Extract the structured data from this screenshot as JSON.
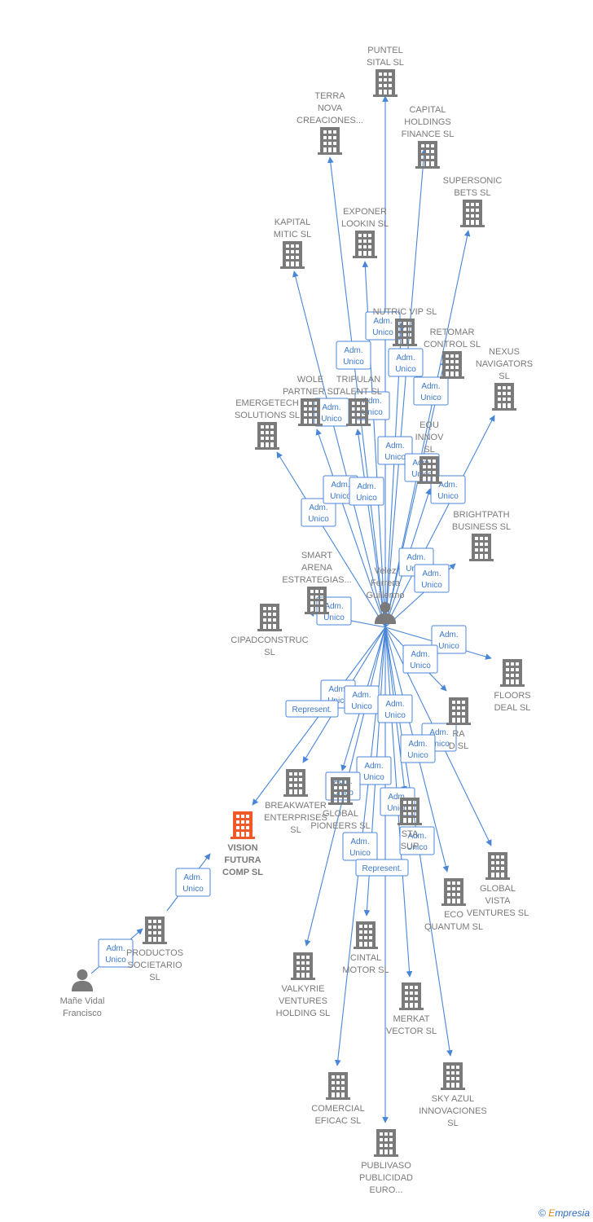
{
  "people": {
    "center": {
      "id": "center",
      "label": [
        "Velez",
        "Ferrera",
        "Guillermo"
      ]
    },
    "mane": {
      "id": "mane",
      "label": [
        "Mañe Vidal",
        "Francisco"
      ]
    }
  },
  "companies": [
    {
      "id": "puntel",
      "label": [
        "PUNTEL",
        "SITAL  SL"
      ],
      "focus": false
    },
    {
      "id": "terra",
      "label": [
        "TERRA",
        "NOVA",
        "CREACIONES..."
      ],
      "focus": false
    },
    {
      "id": "capital",
      "label": [
        "CAPITAL",
        "HOLDINGS",
        "FINANCE  SL"
      ],
      "focus": false
    },
    {
      "id": "supersonic",
      "label": [
        "SUPERSONIC",
        "BETS  SL"
      ],
      "focus": false
    },
    {
      "id": "exponer",
      "label": [
        "EXPONER",
        "LOOKIN  SL"
      ],
      "focus": false
    },
    {
      "id": "kapital",
      "label": [
        "KAPITAL",
        "MITIC  SL"
      ],
      "focus": false
    },
    {
      "id": "nutric",
      "label": [
        "NUTRIC VIP  SL"
      ],
      "focus": false
    },
    {
      "id": "retomar",
      "label": [
        "RETOMAR",
        "CONTROL  SL"
      ],
      "focus": false
    },
    {
      "id": "nexus",
      "label": [
        "NEXUS",
        "NAVIGATORS",
        "SL"
      ],
      "focus": false
    },
    {
      "id": "wole",
      "label": [
        "WOLE",
        "PARTNER  SL"
      ],
      "focus": false
    },
    {
      "id": "tripulan",
      "label": [
        "TRIPULAN",
        "TALENT  SL"
      ],
      "focus": false
    },
    {
      "id": "emergetech",
      "label": [
        "EMERGETECH",
        "SOLUTIONS  SL"
      ],
      "focus": false
    },
    {
      "id": "equ",
      "label": [
        "EQU",
        "INNOV",
        "SL"
      ],
      "focus": false
    },
    {
      "id": "brightpath",
      "label": [
        "BRIGHTPATH",
        "BUSINESS  SL"
      ],
      "focus": false
    },
    {
      "id": "smart",
      "label": [
        "SMART",
        "ARENA",
        "ESTRATEGIAS..."
      ],
      "focus": false
    },
    {
      "id": "cipad",
      "label": [
        "CIPADCONSTRUC",
        "SL"
      ],
      "focus": false
    },
    {
      "id": "floors",
      "label": [
        "FLOORS",
        "DEAL  SL"
      ],
      "focus": false
    },
    {
      "id": "ra",
      "label": [
        "RA",
        "D  SL"
      ],
      "focus": false
    },
    {
      "id": "breakwater",
      "label": [
        "BREAKWATER",
        "ENTERPRISES",
        "SL"
      ],
      "focus": false
    },
    {
      "id": "globalp",
      "label": [
        "GLOBAL",
        "PIONEERS  SL"
      ],
      "focus": false
    },
    {
      "id": "star",
      "label": [
        "STA",
        "SUP"
      ],
      "focus": false
    },
    {
      "id": "vision",
      "label": [
        "VISION",
        "FUTURA",
        "COMP  SL"
      ],
      "focus": true
    },
    {
      "id": "globalv",
      "label": [
        "GLOBAL",
        "VISTA",
        "VENTURES  SL"
      ],
      "focus": false
    },
    {
      "id": "eco",
      "label": [
        "ECO",
        "QUANTUM  SL"
      ],
      "focus": false
    },
    {
      "id": "productos",
      "label": [
        "PRODUCTOS",
        "SOCIETARIO",
        "SL"
      ],
      "focus": false
    },
    {
      "id": "cintal",
      "label": [
        "CINTAL",
        "MOTOR  SL"
      ],
      "focus": false
    },
    {
      "id": "valkyrie",
      "label": [
        "VALKYRIE",
        "VENTURES",
        "HOLDING  SL"
      ],
      "focus": false
    },
    {
      "id": "merkat",
      "label": [
        "MERKAT",
        "VECTOR  SL"
      ],
      "focus": false
    },
    {
      "id": "comercial",
      "label": [
        "COMERCIAL",
        "EFICAC  SL"
      ],
      "focus": false
    },
    {
      "id": "skyazul",
      "label": [
        "SKY AZUL",
        "INNOVACIONES",
        "SL"
      ],
      "focus": false
    },
    {
      "id": "publivaso",
      "label": [
        "PUBLIVASO",
        "PUBLICIDAD",
        "EURO..."
      ],
      "focus": false
    }
  ],
  "relations": [
    {
      "from": "center",
      "to": "puntel",
      "label": [
        "Adm.",
        "Unico"
      ]
    },
    {
      "from": "center",
      "to": "terra",
      "label": [
        "Adm.",
        "Unico"
      ]
    },
    {
      "from": "center",
      "to": "capital",
      "label": [
        "Adm.",
        "Unico"
      ]
    },
    {
      "from": "center",
      "to": "supersonic",
      "label": [
        "Adm.",
        "Unico"
      ]
    },
    {
      "from": "center",
      "to": "exponer",
      "label": [
        "Adm.",
        "Unico"
      ]
    },
    {
      "from": "center",
      "to": "kapital",
      "label": [
        "Adm.",
        "Unico"
      ]
    },
    {
      "from": "center",
      "to": "nutric",
      "label": [
        "Adm.",
        "Unico"
      ]
    },
    {
      "from": "center",
      "to": "retomar",
      "label": [
        "Adm.",
        "Unico"
      ]
    },
    {
      "from": "center",
      "to": "nexus",
      "label": [
        "Adm.",
        "Unico"
      ]
    },
    {
      "from": "center",
      "to": "wole",
      "label": [
        "Adm.",
        "Unico"
      ]
    },
    {
      "from": "center",
      "to": "tripulan",
      "label": [
        "Adm.",
        "Unico"
      ]
    },
    {
      "from": "center",
      "to": "emergetech",
      "label": [
        "Adm.",
        "Unico"
      ]
    },
    {
      "from": "center",
      "to": "equ",
      "label": [
        "Adm.",
        "Unico"
      ]
    },
    {
      "from": "center",
      "to": "brightpath",
      "label": [
        "Adm.",
        "Unico"
      ]
    },
    {
      "from": "center",
      "to": "smart",
      "label": [
        "Adm.",
        "Unico"
      ]
    },
    {
      "from": "center",
      "to": "floors",
      "label": [
        "Adm.",
        "Unico"
      ]
    },
    {
      "from": "center",
      "to": "ra",
      "label": [
        "Adm.",
        "Unico"
      ]
    },
    {
      "from": "center",
      "to": "breakwater",
      "label": [
        "Adm.",
        "Unico"
      ]
    },
    {
      "from": "center",
      "to": "globalp",
      "label": [
        "Adm.",
        "Unico"
      ]
    },
    {
      "from": "center",
      "to": "star",
      "label": [
        "Adm.",
        "Unico"
      ]
    },
    {
      "from": "center",
      "to": "vision",
      "label": [
        "Represent."
      ]
    },
    {
      "from": "center",
      "to": "globalv",
      "label": [
        "Adm.",
        "Unico"
      ]
    },
    {
      "from": "center",
      "to": "eco",
      "label": [
        "Adm.",
        "Unico"
      ]
    },
    {
      "from": "center",
      "to": "cintal",
      "label": [
        "Adm.",
        "Unico"
      ]
    },
    {
      "from": "center",
      "to": "valkyrie",
      "label": [
        "Adm.",
        "Unico"
      ]
    },
    {
      "from": "center",
      "to": "merkat",
      "label": [
        "Adm.",
        "Unico"
      ]
    },
    {
      "from": "center",
      "to": "comercial",
      "label": [
        "Adm.",
        "Unico"
      ]
    },
    {
      "from": "center",
      "to": "skyazul",
      "label": [
        "Adm.",
        "Unico"
      ]
    },
    {
      "from": "center",
      "to": "publivaso",
      "label": [
        "Represent."
      ]
    },
    {
      "from": "productos",
      "to": "vision",
      "label": [
        "Adm.",
        "Unico"
      ]
    },
    {
      "from": "mane",
      "to": "productos",
      "label": [
        "Adm.",
        "Unico"
      ]
    }
  ],
  "colors": {
    "edge": "#4a86d8",
    "node": "#7a7a7a",
    "focus_node": "#f05a28",
    "badge_border": "#4a86d8",
    "badge_text": "#3b78c9"
  },
  "footer": {
    "copyright": "©",
    "brand_first": "E",
    "brand_rest": "mpresia"
  }
}
